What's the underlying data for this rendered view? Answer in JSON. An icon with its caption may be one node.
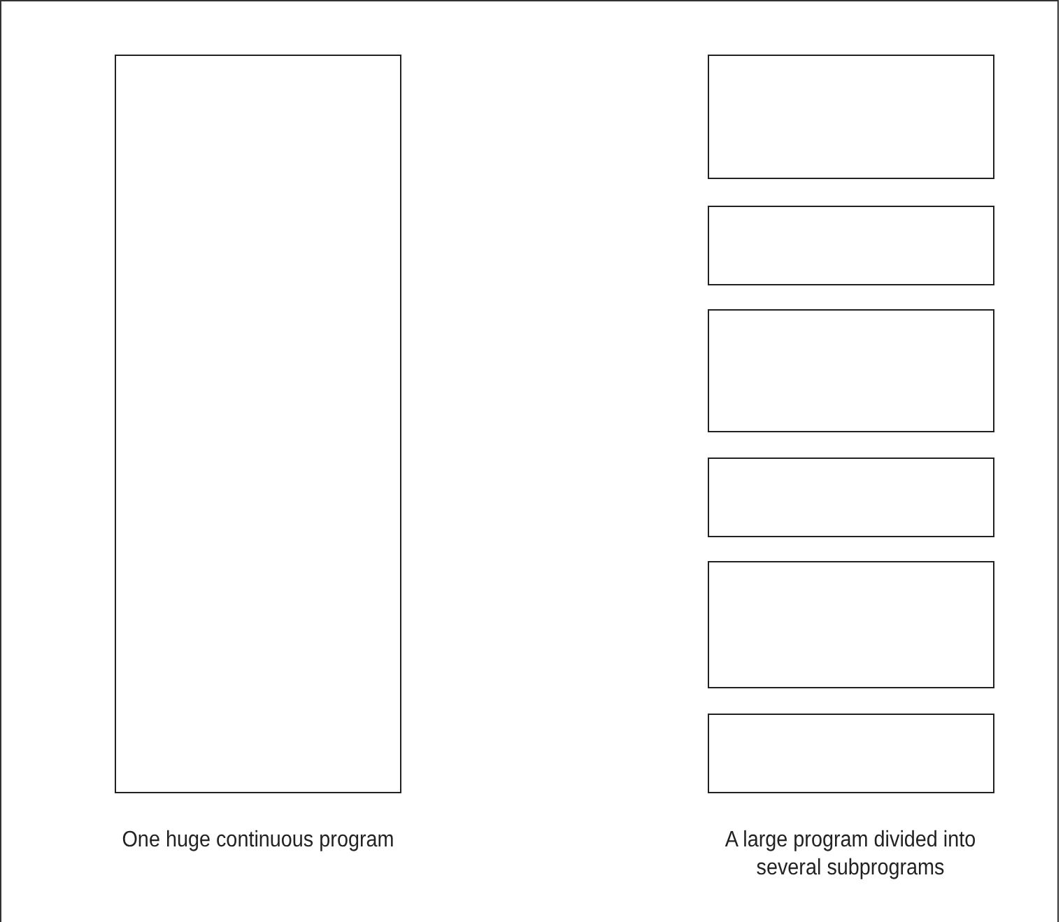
{
  "diagram": {
    "nodes": [
      {
        "text": [],
        "shape": "box",
        "beside": [
          "One huge continuous program"
        ]
      },
      {
        "text": [],
        "shape": "box"
      },
      {
        "text": [],
        "shape": "box"
      },
      {
        "text": [],
        "shape": "box"
      },
      {
        "text": [],
        "shape": "box"
      },
      {
        "text": [],
        "shape": "box"
      },
      {
        "text": [],
        "shape": "box"
      }
    ],
    "labels": [
      "A large program divided into several subprograms"
    ]
  }
}
